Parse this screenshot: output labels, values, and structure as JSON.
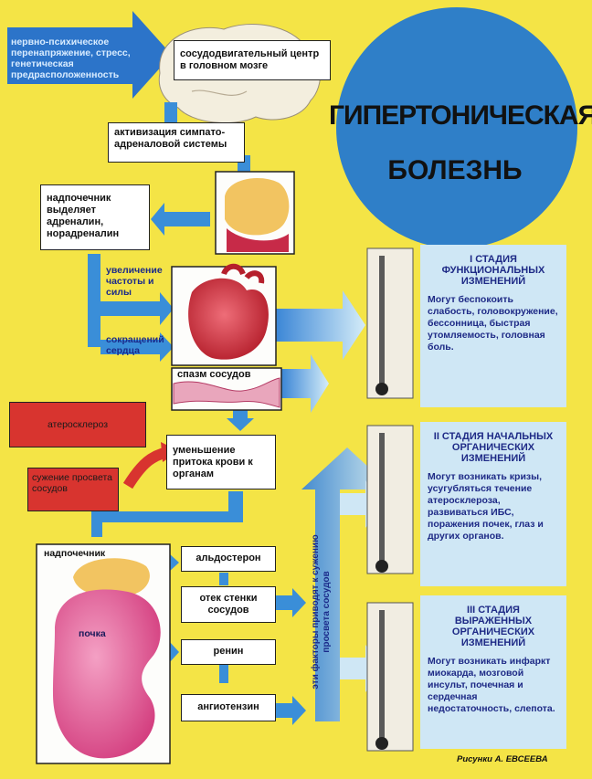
{
  "title": {
    "line1": "ГИПЕРТОНИЧЕСКАЯ",
    "line2": "БОЛЕЗНЬ"
  },
  "causes": {
    "text": "нервно-психическое перенапряжение, стресс, генетическая предрасположенность"
  },
  "flow": {
    "vasomotor_center": "сосудодвигательный центр в головном мозге",
    "sympatho_adrenal": "активизация симпато-адреналовой системы",
    "adrenal_adrenaline": "надпочечник выделяет адреналин, норадреналин",
    "heart_rate": "увеличение частоты и силы",
    "heart_contractions": "сокращений сердца",
    "vasospasm": "спазм сосудов",
    "atherosclerosis": "атеросклероз",
    "lumen_narrowing": "сужение просвета сосудов",
    "blood_flow": "уменьшение притока крови к органам",
    "adrenal_label": "надпочечник",
    "kidney_label": "почка",
    "aldosterone": "альдостерон",
    "wall_edema": "отек стенки сосудов",
    "renin": "ренин",
    "angiotensin": "ангиотензин",
    "factors_note": "эти факторы приводят к сужению просвета сосудов"
  },
  "stages": [
    {
      "heading": "I СТАДИЯ ФУНКЦИОНАЛЬНЫХ ИЗМЕНЕНИЙ",
      "text": "Могут беспокоить слабость, головокружение, бессонница, быстрая утомляемость, головная боль."
    },
    {
      "heading": "II СТАДИЯ НАЧАЛЬНЫХ ОРГАНИЧЕСКИХ ИЗМЕНЕНИЙ",
      "text": "Могут возникать кризы, усугубляться течение атеросклероза, развиваться ИБС, поражения почек, глаз и других органов."
    },
    {
      "heading": "III СТАДИЯ ВЫРАЖЕННЫХ ОРГАНИЧЕСКИХ ИЗМЕНЕНИЙ",
      "text": "Могут возникать инфаркт миокарда, мозговой инсульт, почечная и сердечная недостаточность, слепота."
    }
  ],
  "credit": "Рисунки А. ЕВСЕЕВА",
  "colors": {
    "background": "#f4e446",
    "circle": "#2f7fc8",
    "arrow": "#3a8ed8",
    "red": "#d8342f",
    "panel": "#cfe7f5"
  }
}
